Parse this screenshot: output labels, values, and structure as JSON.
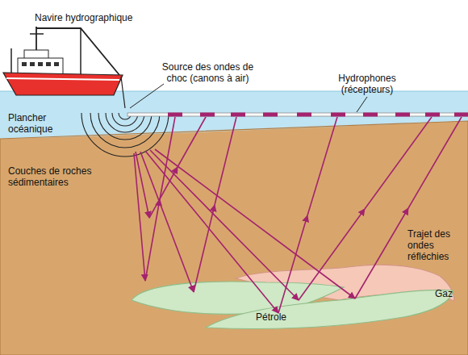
{
  "diagram": {
    "nodes": [
      {
        "text": [
          "Gaz"
        ]
      },
      {
        "text": [
          "Pétrole"
        ]
      }
    ],
    "labels": [
      "Navire hydrographique",
      "Source des ondes de choc (canons à air)",
      "Hydrophones (récepteurs)",
      "Plancher océanique",
      "Couches de roches sédimentaires",
      "Trajet des ondes réfléchies"
    ]
  }
}
